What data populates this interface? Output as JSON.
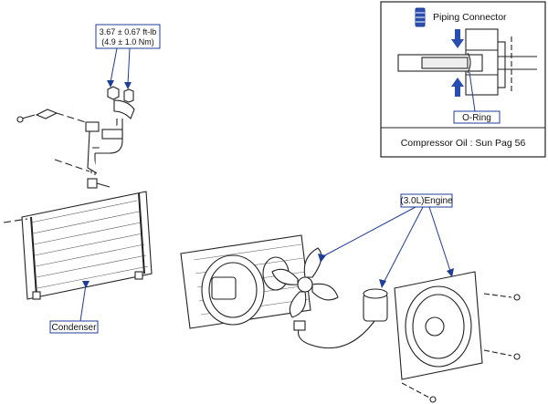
{
  "callouts": {
    "torque_line1": "3.67 ± 0.67 ft-lb",
    "torque_line2": "(4.9 ± 1.0 Nm)",
    "condenser": "Condenser",
    "engine": "(3.0L)Engine"
  },
  "inset": {
    "legend_label": "Piping Connector",
    "oring": "O-Ring",
    "footer": "Compressor Oil : Sun Pag 56"
  },
  "colors": {
    "callout": "#1f3c96",
    "line": "#222222",
    "blue_fill": "#2a4db0"
  }
}
